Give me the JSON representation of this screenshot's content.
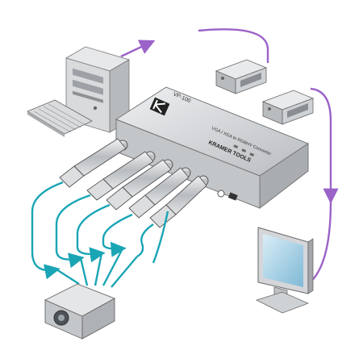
{
  "device": {
    "model": "VP-100",
    "brand": "KRAMER TOOLS",
    "description": "VGA / XGA to RGBHV Converter"
  },
  "colors": {
    "rgb_cable": "#1aa5b5",
    "vga_cable": "#9b62c8",
    "device_body": "#d4d6d9",
    "connector_metal": "#c9cccf"
  },
  "icons": [
    "computer-tower-icon",
    "keyboard-icon",
    "vga-connector-icon",
    "monitor-icon",
    "projector-icon",
    "bnc-connector-icon"
  ]
}
